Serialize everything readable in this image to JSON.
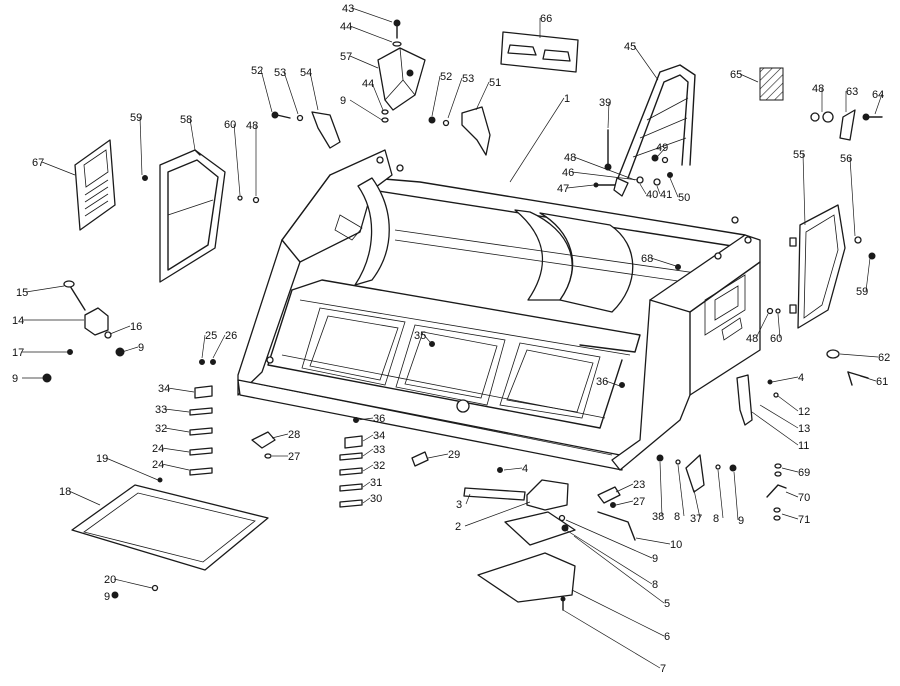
{
  "diagram": {
    "labels": [
      {
        "id": "43",
        "text": "43"
      },
      {
        "id": "44a",
        "text": "44"
      },
      {
        "id": "57",
        "text": "57"
      },
      {
        "id": "44b",
        "text": "44"
      },
      {
        "id": "9a",
        "text": "9"
      },
      {
        "id": "66",
        "text": "66"
      },
      {
        "id": "45",
        "text": "45"
      },
      {
        "id": "65",
        "text": "65"
      },
      {
        "id": "48a",
        "text": "48"
      },
      {
        "id": "63",
        "text": "63"
      },
      {
        "id": "64",
        "text": "64"
      },
      {
        "id": "52a",
        "text": "52"
      },
      {
        "id": "53a",
        "text": "53"
      },
      {
        "id": "54",
        "text": "54"
      },
      {
        "id": "52b",
        "text": "52"
      },
      {
        "id": "53b",
        "text": "53"
      },
      {
        "id": "51",
        "text": "51"
      },
      {
        "id": "1",
        "text": "1"
      },
      {
        "id": "39",
        "text": "39"
      },
      {
        "id": "59a",
        "text": "59"
      },
      {
        "id": "58",
        "text": "58"
      },
      {
        "id": "60a",
        "text": "60"
      },
      {
        "id": "48b",
        "text": "48"
      },
      {
        "id": "49",
        "text": "49"
      },
      {
        "id": "48c",
        "text": "48"
      },
      {
        "id": "46",
        "text": "46"
      },
      {
        "id": "47",
        "text": "47"
      },
      {
        "id": "40",
        "text": "40"
      },
      {
        "id": "41",
        "text": "41"
      },
      {
        "id": "50",
        "text": "50"
      },
      {
        "id": "55",
        "text": "55"
      },
      {
        "id": "56",
        "text": "56"
      },
      {
        "id": "67",
        "text": "67"
      },
      {
        "id": "68",
        "text": "68"
      },
      {
        "id": "59b",
        "text": "59"
      },
      {
        "id": "15",
        "text": "15"
      },
      {
        "id": "14",
        "text": "14"
      },
      {
        "id": "16",
        "text": "16"
      },
      {
        "id": "9b",
        "text": "9"
      },
      {
        "id": "17",
        "text": "17"
      },
      {
        "id": "9c",
        "text": "9"
      },
      {
        "id": "25",
        "text": "25"
      },
      {
        "id": "26",
        "text": "26"
      },
      {
        "id": "35",
        "text": "35"
      },
      {
        "id": "48d",
        "text": "48"
      },
      {
        "id": "60b",
        "text": "60"
      },
      {
        "id": "62",
        "text": "62"
      },
      {
        "id": "61",
        "text": "61"
      },
      {
        "id": "34a",
        "text": "34"
      },
      {
        "id": "33a",
        "text": "33"
      },
      {
        "id": "32a",
        "text": "32"
      },
      {
        "id": "24a",
        "text": "24"
      },
      {
        "id": "24b",
        "text": "24"
      },
      {
        "id": "36a",
        "text": "36"
      },
      {
        "id": "4a",
        "text": "4"
      },
      {
        "id": "12",
        "text": "12"
      },
      {
        "id": "13",
        "text": "13"
      },
      {
        "id": "11",
        "text": "11"
      },
      {
        "id": "28",
        "text": "28"
      },
      {
        "id": "27a",
        "text": "27"
      },
      {
        "id": "36b",
        "text": "36"
      },
      {
        "id": "34b",
        "text": "34"
      },
      {
        "id": "33b",
        "text": "33"
      },
      {
        "id": "32b",
        "text": "32"
      },
      {
        "id": "31",
        "text": "31"
      },
      {
        "id": "30",
        "text": "30"
      },
      {
        "id": "29",
        "text": "29"
      },
      {
        "id": "19",
        "text": "19"
      },
      {
        "id": "18",
        "text": "18"
      },
      {
        "id": "4b",
        "text": "4"
      },
      {
        "id": "3",
        "text": "3"
      },
      {
        "id": "2",
        "text": "2"
      },
      {
        "id": "23",
        "text": "23"
      },
      {
        "id": "27b",
        "text": "27"
      },
      {
        "id": "38",
        "text": "38"
      },
      {
        "id": "8a",
        "text": "8"
      },
      {
        "id": "37",
        "text": "37"
      },
      {
        "id": "8b",
        "text": "8"
      },
      {
        "id": "9d",
        "text": "9"
      },
      {
        "id": "69",
        "text": "69"
      },
      {
        "id": "70",
        "text": "70"
      },
      {
        "id": "71",
        "text": "71"
      },
      {
        "id": "10",
        "text": "10"
      },
      {
        "id": "9e",
        "text": "9"
      },
      {
        "id": "8c",
        "text": "8"
      },
      {
        "id": "5",
        "text": "5"
      },
      {
        "id": "6",
        "text": "6"
      },
      {
        "id": "7",
        "text": "7"
      },
      {
        "id": "20",
        "text": "20"
      },
      {
        "id": "9f",
        "text": "9"
      }
    ]
  }
}
